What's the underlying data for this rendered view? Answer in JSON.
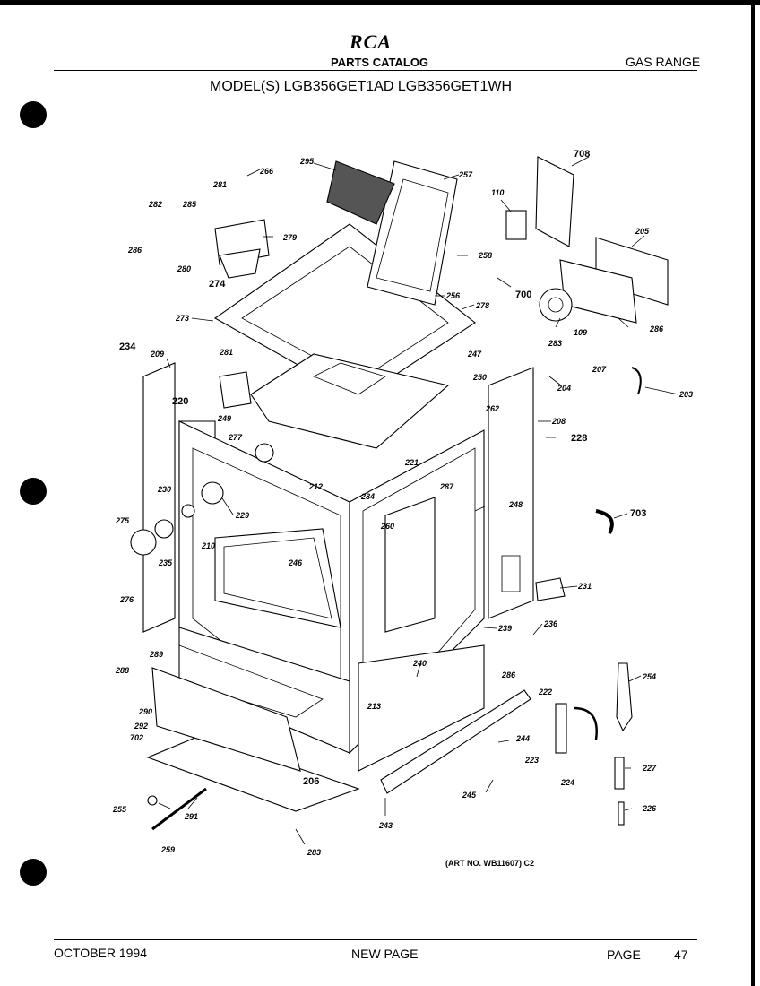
{
  "header": {
    "brand": "RCA",
    "catalog": "PARTS CATALOG",
    "category": "GAS RANGE",
    "models": "MODEL(S) LGB356GET1AD  LGB356GET1WH"
  },
  "footer": {
    "date": "OCTOBER 1994",
    "note": "NEW PAGE",
    "page_label": "PAGE",
    "page_number": "47"
  },
  "art_number": "(ART NO. WB11607) C2",
  "part_labels": [
    "708",
    "110",
    "205",
    "257",
    "295",
    "266",
    "281",
    "282",
    "285",
    "279",
    "286",
    "280",
    "274",
    "258",
    "700",
    "256",
    "278",
    "109",
    "286",
    "273",
    "234",
    "209",
    "281",
    "283",
    "204",
    "207",
    "203",
    "220",
    "247",
    "250",
    "262",
    "208",
    "228",
    "249",
    "277",
    "221",
    "287",
    "248",
    "212",
    "284",
    "230",
    "229",
    "260",
    "703",
    "275",
    "235",
    "210",
    "246",
    "276",
    "231",
    "236",
    "239",
    "289",
    "288",
    "240",
    "286",
    "254",
    "222",
    "290",
    "292",
    "702",
    "213",
    "244",
    "223",
    "224",
    "206",
    "227",
    "245",
    "255",
    "291",
    "243",
    "226",
    "259",
    "283"
  ]
}
